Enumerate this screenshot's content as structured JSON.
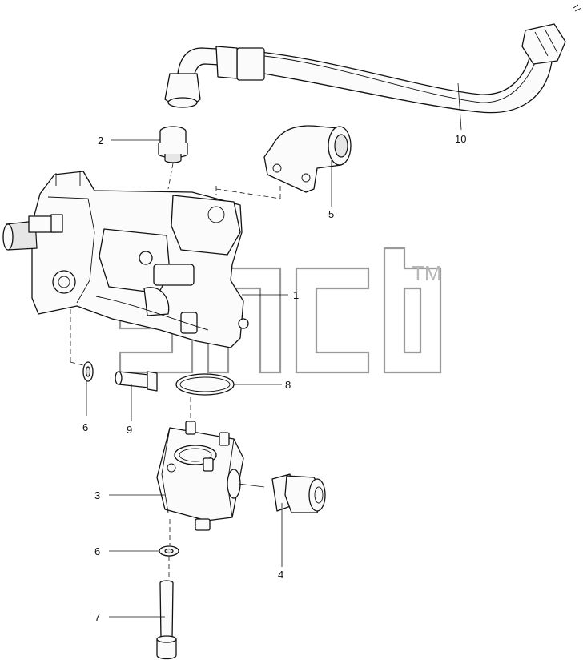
{
  "callouts": [
    {
      "id": "c1",
      "label": "1"
    },
    {
      "id": "c2",
      "label": "2"
    },
    {
      "id": "c3",
      "label": "3"
    },
    {
      "id": "c4",
      "label": "4"
    },
    {
      "id": "c5",
      "label": "5"
    },
    {
      "id": "c6a",
      "label": "6"
    },
    {
      "id": "c6b",
      "label": "6"
    },
    {
      "id": "c7",
      "label": "7"
    },
    {
      "id": "c8",
      "label": "8"
    },
    {
      "id": "c9",
      "label": "9"
    },
    {
      "id": "c10",
      "label": "10"
    }
  ],
  "watermark": {
    "trademark": "TM"
  }
}
